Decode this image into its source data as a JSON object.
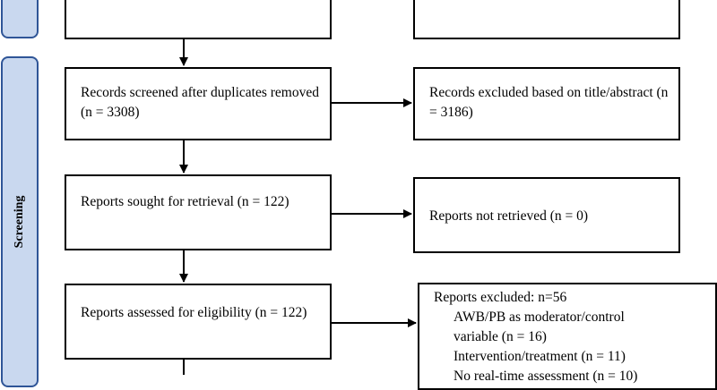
{
  "stage_screening": "Screening",
  "boxes": {
    "screened": "Records screened after duplicates removed (n = 3308)",
    "excluded_title": "Records excluded based on title/abstract (n = 3186)",
    "sought": "Reports sought for retrieval (n = 122)",
    "not_retrieved": "Reports not retrieved (n = 0)",
    "assessed": "Reports assessed for eligibility (n = 122)"
  },
  "excluded": {
    "heading": "Reports excluded: n=56",
    "reasons": [
      "AWB/PB as moderator/control",
      "variable (n = 16)",
      "Intervention/treatment (n = 11)",
      "No real-time assessment (n = 10)"
    ]
  },
  "colors": {
    "stage_fill": "#c9d8ef",
    "stage_border": "#2f5597",
    "box_border": "#000000"
  }
}
